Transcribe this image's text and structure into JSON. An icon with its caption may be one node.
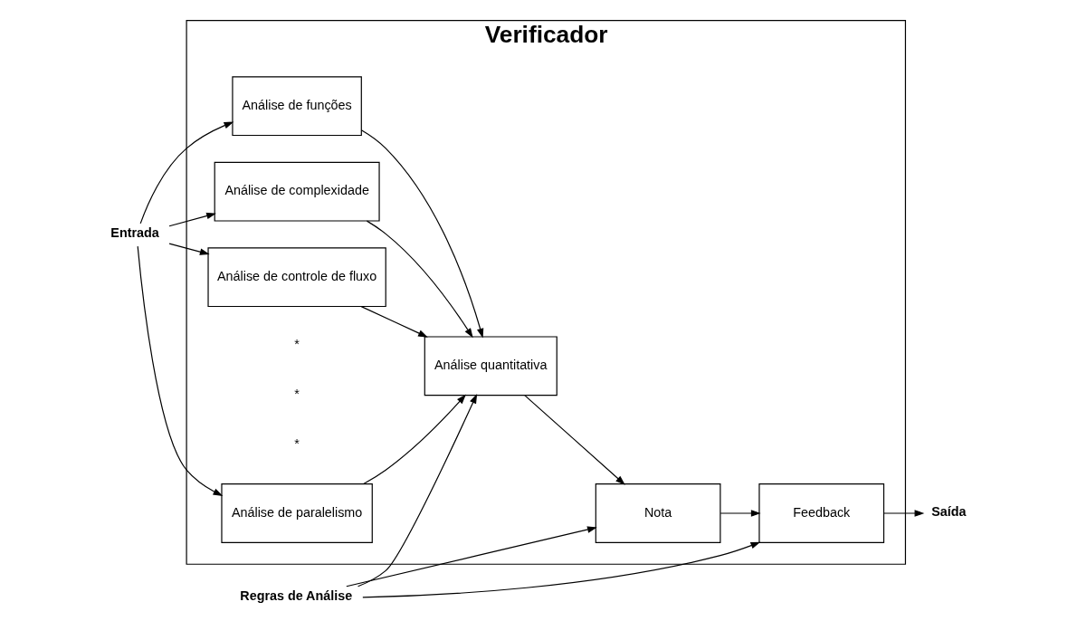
{
  "diagram": {
    "nodes": [
      {
        "text": [
          "Verificador"
        ]
      },
      {
        "text": [
          "Análise de funções"
        ],
        "in": 0
      },
      {
        "text": [
          "Análise de complexidade"
        ],
        "in": 0
      },
      {
        "text": [
          "Análise de paralelismo"
        ],
        "in": 0
      },
      {
        "text": [
          "Análise de controle de fluxo"
        ],
        "in": 0
      },
      {
        "text": [
          "Análise quantitativa"
        ],
        "in": 0
      },
      {
        "text": [
          "Nota"
        ],
        "in": 0
      },
      {
        "text": [
          "Feedback"
        ],
        "in": 0
      },
      {
        "text": [
          "Entrada"
        ]
      },
      {
        "text": [
          "Saída"
        ]
      },
      {
        "text": [
          "Regras de Análise"
        ]
      }
    ],
    "edges": [
      {
        "from": 8,
        "to": 1,
        "arrow": "to"
      },
      {
        "from": 8,
        "to": 2,
        "arrow": "to"
      },
      {
        "from": 8,
        "to": 3,
        "arrow": "to"
      },
      {
        "from": 8,
        "to": 4,
        "arrow": "to"
      },
      {
        "from": 1,
        "to": 5,
        "arrow": "to"
      },
      {
        "from": 2,
        "to": 5,
        "arrow": "to"
      },
      {
        "from": 3,
        "to": 5,
        "arrow": "to"
      },
      {
        "from": 4,
        "to": 5,
        "arrow": "to"
      },
      {
        "from": 5,
        "to": 6,
        "arrow": "to"
      },
      {
        "from": 6,
        "to": 7,
        "arrow": "to"
      },
      {
        "from": 7,
        "to": 9,
        "arrow": "to"
      },
      {
        "from": 10,
        "to": 5,
        "arrow": "to"
      },
      {
        "from": 10,
        "to": 6,
        "arrow": "to"
      },
      {
        "from": 10,
        "to": 7,
        "arrow": "to"
      }
    ],
    "labels": [
      "*",
      "*",
      "*"
    ]
  }
}
